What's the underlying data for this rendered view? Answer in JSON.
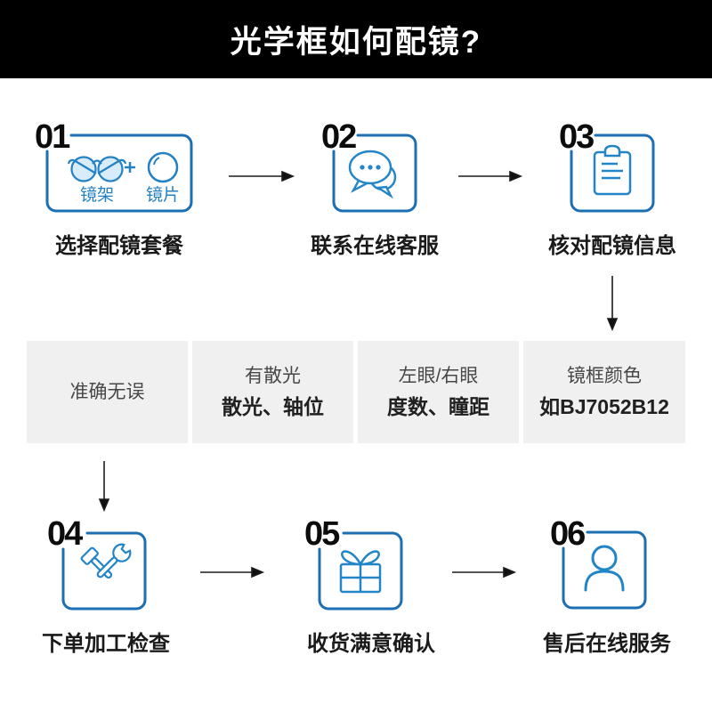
{
  "banner": {
    "title": "光学框如何配镜?"
  },
  "steps": [
    {
      "num": "01",
      "caption": "选择配镜套餐",
      "icon": "glasses-plus-lens",
      "labels": [
        "镜架",
        "镜片"
      ]
    },
    {
      "num": "02",
      "caption": "联系在线客服",
      "icon": "chat-bubbles"
    },
    {
      "num": "03",
      "caption": "核对配镜信息",
      "icon": "clipboard"
    },
    {
      "num": "04",
      "caption": "下单加工检查",
      "icon": "hammer-wrench"
    },
    {
      "num": "05",
      "caption": "收货满意确认",
      "icon": "gift-box"
    },
    {
      "num": "06",
      "caption": "售后在线服务",
      "icon": "person"
    }
  ],
  "info_boxes": [
    {
      "line1": "准确无误",
      "line2": ""
    },
    {
      "line1": "有散光",
      "line2": "散光、轴位"
    },
    {
      "line1": "左眼/右眼",
      "line2": "度数、瞳距"
    },
    {
      "line1": "镜框颜色",
      "line2": "如BJ7052B12"
    }
  ],
  "colors": {
    "banner_bg": "#000000",
    "border_blue": "#1b6fb2",
    "icon_blue": "#2285c8",
    "lens_fill": "#d9ecf9",
    "info_bg": "#f0f0f0",
    "arrow": "#1c1c1c"
  }
}
